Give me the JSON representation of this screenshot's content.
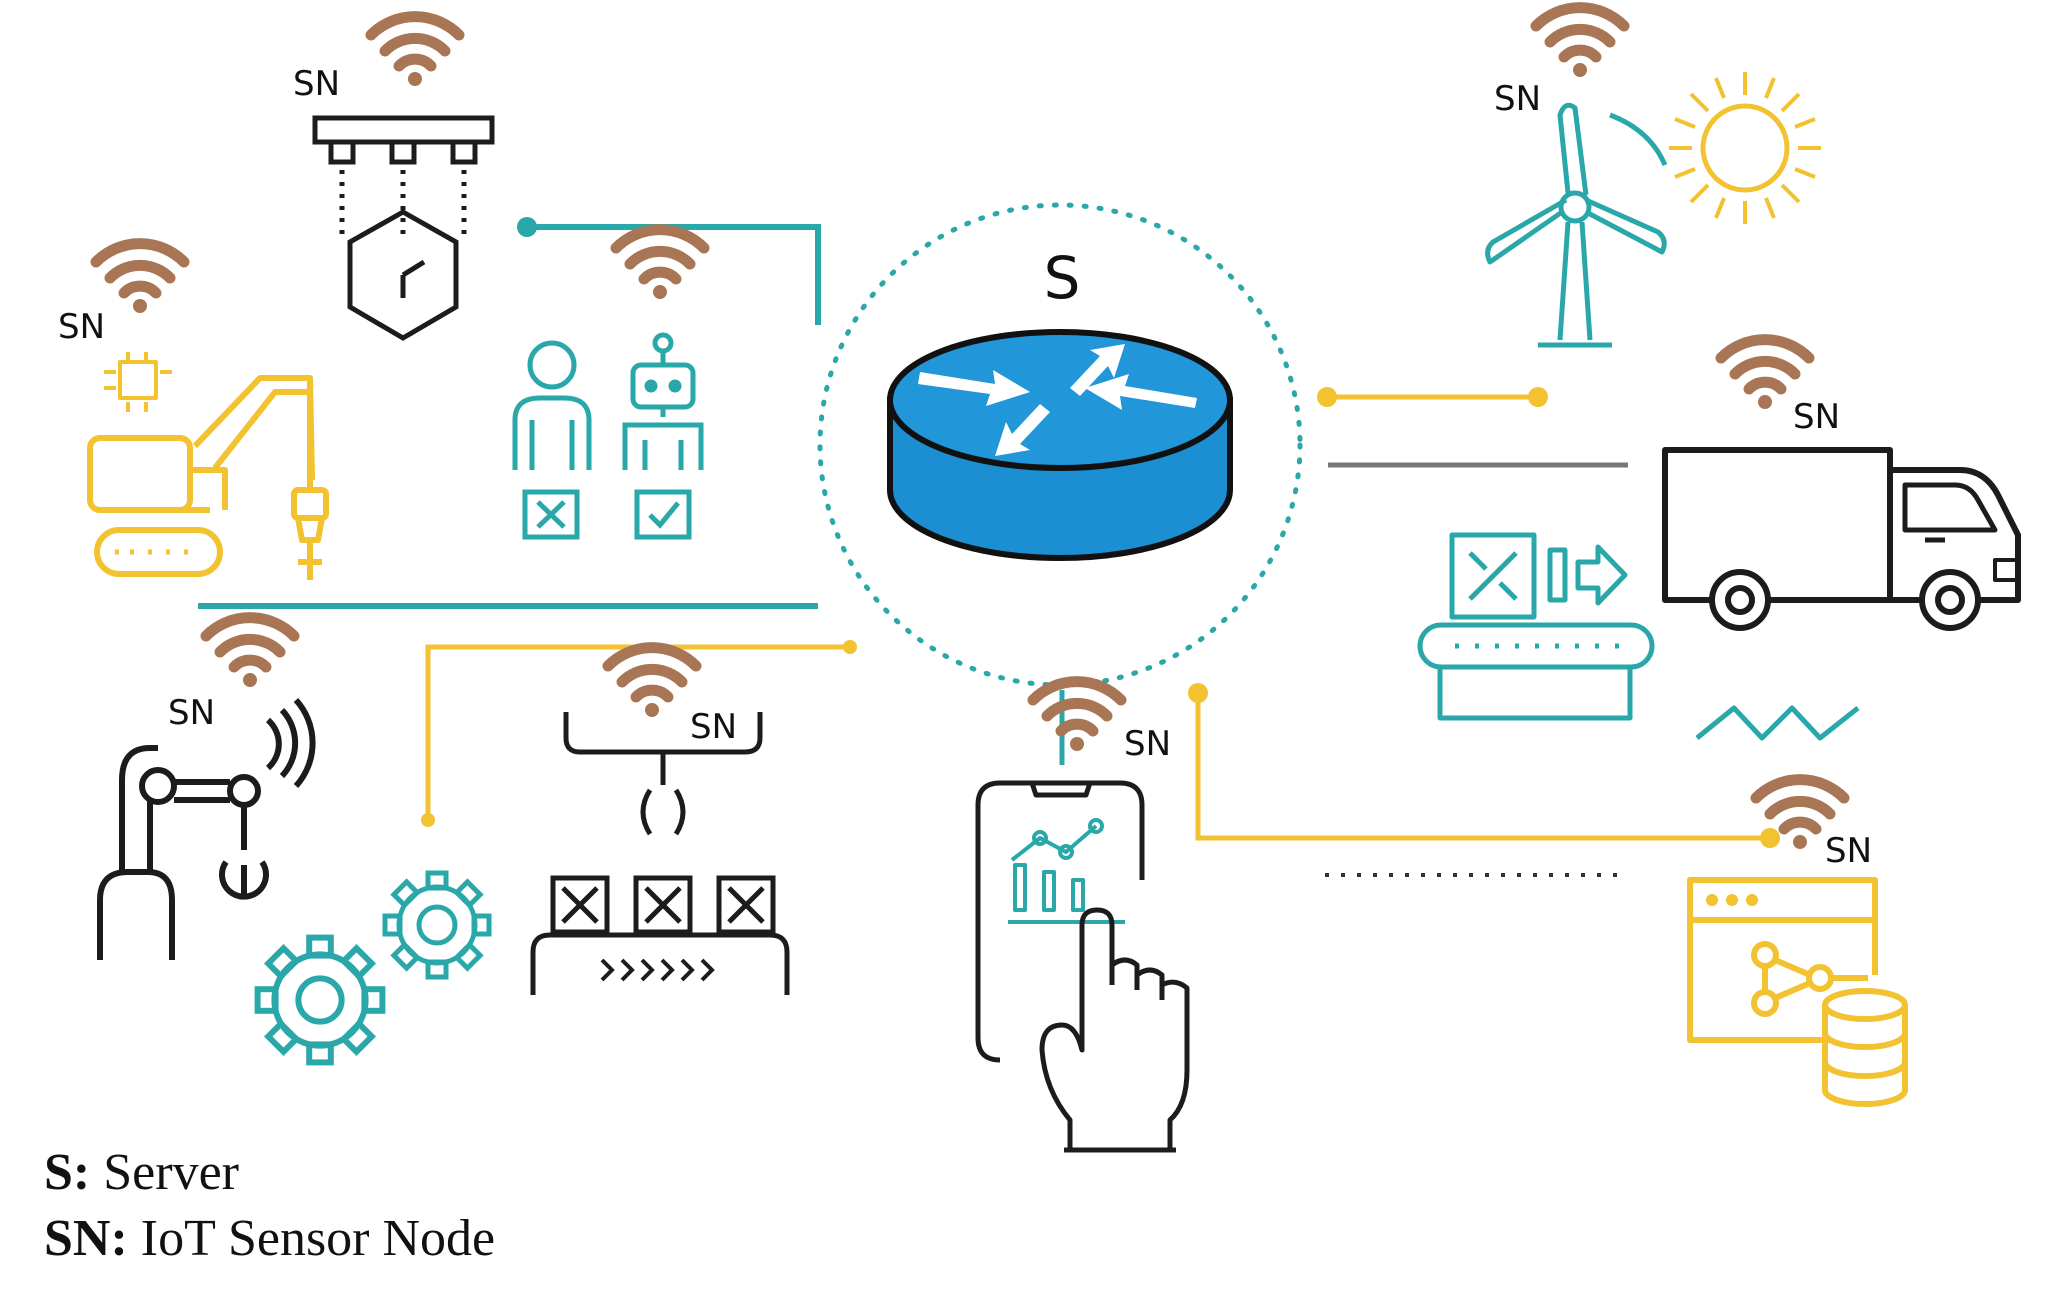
{
  "server_label": "S",
  "node_label": "SN",
  "legend": [
    {
      "key": "S:",
      "text": " Server"
    },
    {
      "key": "SN:",
      "text": " IoT Sensor Node"
    }
  ],
  "colors": {
    "teal": "#2aa7a9",
    "yellow": "#f2c230",
    "wifi_brown": "#a87654",
    "router_blue": "#1b8fd1",
    "dark": "#1c1c1c",
    "gray_line": "#777777"
  },
  "icons": [
    "wifi-icon",
    "router-icon",
    "vacuum-gripper-icon",
    "excavator-icon",
    "human-robot-icon",
    "robot-arm-icon",
    "gears-icon",
    "conveyor-sorter-icon",
    "smartphone-touch-icon",
    "wind-turbine-icon",
    "sun-icon",
    "delivery-truck-icon",
    "conveyor-box-icon",
    "zigzag-icon",
    "database-window-icon"
  ]
}
